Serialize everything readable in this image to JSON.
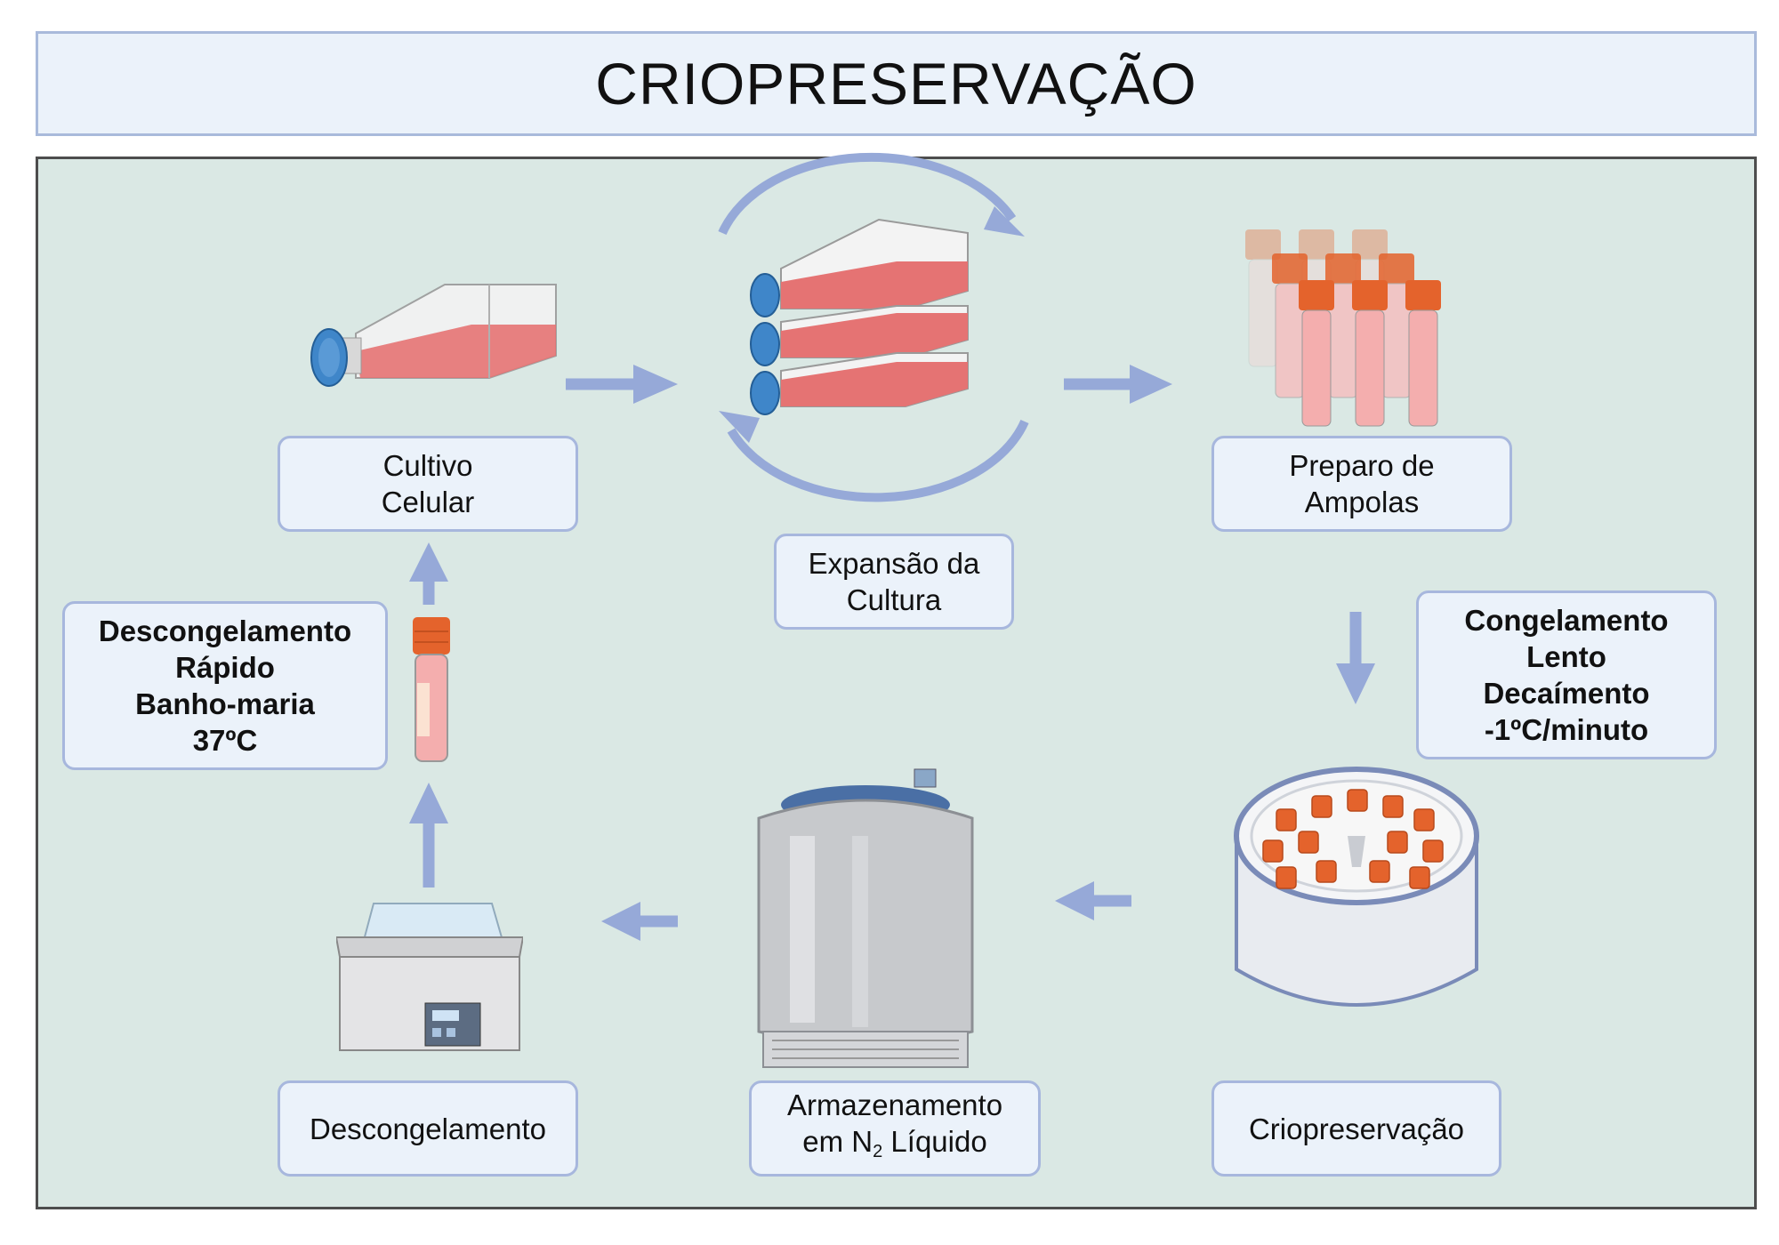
{
  "title": "CRIOPRESERVAÇÃO",
  "steps": {
    "cultivo": {
      "line1": "Cultivo",
      "line2": "Celular"
    },
    "expansao": {
      "line1": "Expansão da",
      "line2": "Cultura"
    },
    "preparo": {
      "line1": "Preparo de",
      "line2": "Ampolas"
    },
    "criopreservacao": {
      "label": "Criopreservação"
    },
    "armazenamento": {
      "line1": "Armazenamento",
      "line2_pre": "em N",
      "line2_sub": "2",
      "line2_post": " Líquido"
    },
    "descongelamento": {
      "label": "Descongelamento"
    }
  },
  "notes": {
    "congelamento": {
      "l1": "Congelamento",
      "l2": "Lento",
      "l3": "Decaímento",
      "l4": "-1ºC/minuto"
    },
    "descongelamento_rapido": {
      "l1": "Descongelamento",
      "l2": "Rápido",
      "l3": "Banho-maria",
      "l4": "37ºC"
    }
  },
  "colors": {
    "arrow": "#96a9d8",
    "panel_bg": "#dae8e4",
    "box_border": "#a7b7dd",
    "media_red": "#e57373",
    "cap_blue": "#3f86c9",
    "cap_orange": "#e4632c"
  },
  "icons": {
    "flask": "cell-culture-flask-icon",
    "stacked_flasks": "stacked-flasks-icon",
    "cryovials": "cryovials-icon",
    "freezing_container": "freezing-container-icon",
    "dewar": "liquid-nitrogen-tank-icon",
    "water_bath": "water-bath-icon",
    "single_vial": "cryovial-icon"
  }
}
